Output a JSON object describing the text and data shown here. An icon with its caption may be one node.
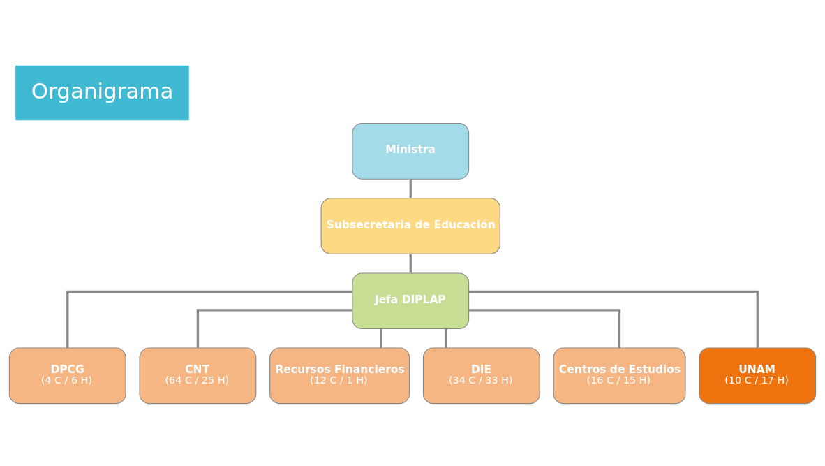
{
  "diagram": {
    "title": "Organigrama",
    "nodes": [
      {
        "text": [
          "Ministra"
        ]
      },
      {
        "text": [
          "Subsecretaria de Educación"
        ]
      },
      {
        "text": [
          "Jefa DIPLAP"
        ]
      },
      {
        "text": [
          "DPCG",
          "(4 C / 6 H)"
        ]
      },
      {
        "text": [
          "CNT",
          "(64 C / 25 H)"
        ]
      },
      {
        "text": [
          "Recursos Financieros",
          "(12 C / 1 H)"
        ]
      },
      {
        "text": [
          "DIE",
          "(34 C / 33 H)"
        ]
      },
      {
        "text": [
          "Centros de Estudios",
          "(16 C / 15 H)"
        ]
      },
      {
        "text": [
          "UNAM",
          "(10 C / 17 H)"
        ]
      }
    ],
    "edges": [
      {
        "from": 0,
        "to": 1,
        "arrow": "none"
      },
      {
        "from": 1,
        "to": 2,
        "arrow": "none"
      },
      {
        "from": 2,
        "to": 3,
        "arrow": "none"
      },
      {
        "from": 2,
        "to": 4,
        "arrow": "none"
      },
      {
        "from": 2,
        "to": 5,
        "arrow": "none"
      },
      {
        "from": 2,
        "to": 6,
        "arrow": "none"
      },
      {
        "from": 2,
        "to": 7,
        "arrow": "none"
      },
      {
        "from": 2,
        "to": 8,
        "arrow": "none"
      }
    ]
  }
}
